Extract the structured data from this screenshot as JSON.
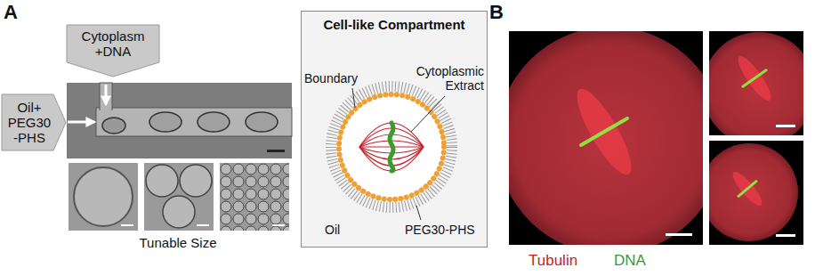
{
  "diagram": {
    "nodes": [
      {
        "text": [
          "Cytoplasm +DNA"
        ]
      },
      {
        "text": [
          "Oil+ PEG30 -PHS"
        ]
      },
      {
        "text": [
          "Cell-like Compartment"
        ]
      }
    ],
    "labels": [
      "A",
      "Tunable Size",
      "Boundary",
      "Cytoplasmic Extract",
      "Oil",
      "PEG30-PHS",
      "B"
    ],
    "legend": [
      {
        "text": "Tubulin",
        "color": "#c8202a"
      },
      {
        "text": "DNA",
        "color": "#3c9a2e"
      }
    ]
  }
}
